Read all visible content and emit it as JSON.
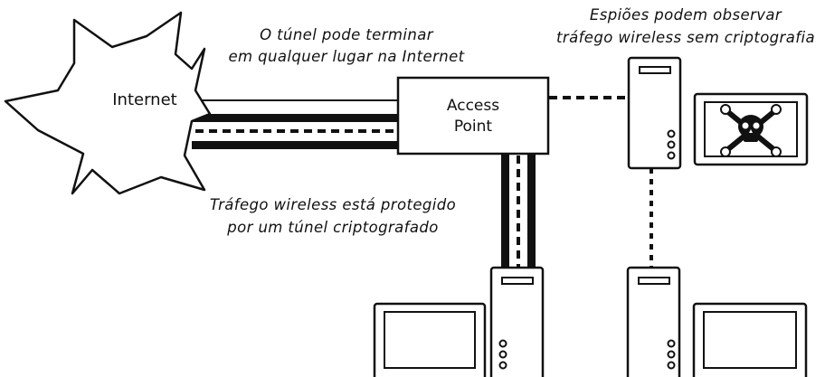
{
  "cloud": {
    "label": "Internet"
  },
  "access_point": {
    "line1": "Access",
    "line2": "Point"
  },
  "captions": {
    "tunnel_end_1": "O túnel pode terminar",
    "tunnel_end_2": "em qualquer lugar na Internet",
    "protected_1": "Tráfego wireless está protegido",
    "protected_2": "por um túnel criptografado",
    "spies_1": "Espiões podem observar",
    "spies_2": "tráfego wireless sem criptografia"
  },
  "icons": {
    "attacker_screen": "skull-crossbones-icon"
  }
}
